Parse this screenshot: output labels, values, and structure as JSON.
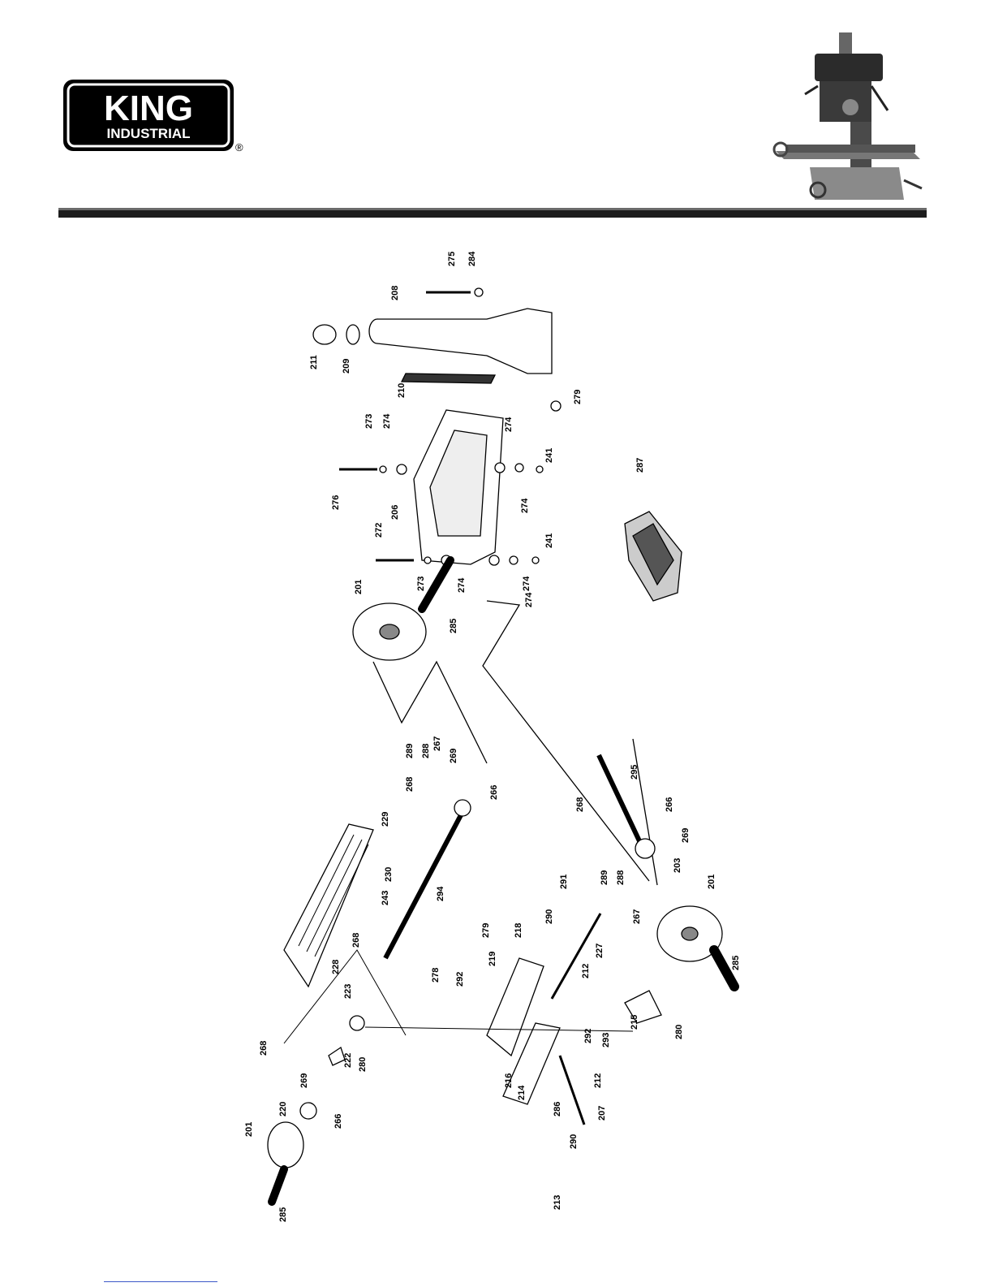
{
  "logo": {
    "brand": "KING",
    "subtitle": "INDUSTRIAL",
    "reg": "®"
  },
  "labels": [
    "211",
    "209",
    "208",
    "275",
    "284",
    "210",
    "279",
    "273",
    "274",
    "276",
    "206",
    "274",
    "241",
    "274",
    "287",
    "272",
    "273",
    "274",
    "274",
    "241",
    "274",
    "201",
    "285",
    "289",
    "288",
    "267",
    "269",
    "268",
    "266",
    "295",
    "268",
    "266",
    "229",
    "230",
    "294",
    "289",
    "288",
    "269",
    "203",
    "243",
    "267",
    "201",
    "291",
    "290",
    "279",
    "218",
    "227",
    "268",
    "228",
    "278",
    "292",
    "219",
    "212",
    "285",
    "223",
    "215",
    "280",
    "292",
    "293",
    "268",
    "269",
    "222",
    "280",
    "220",
    "216",
    "212",
    "214",
    "286",
    "201",
    "266",
    "290",
    "207",
    "285",
    "213"
  ]
}
